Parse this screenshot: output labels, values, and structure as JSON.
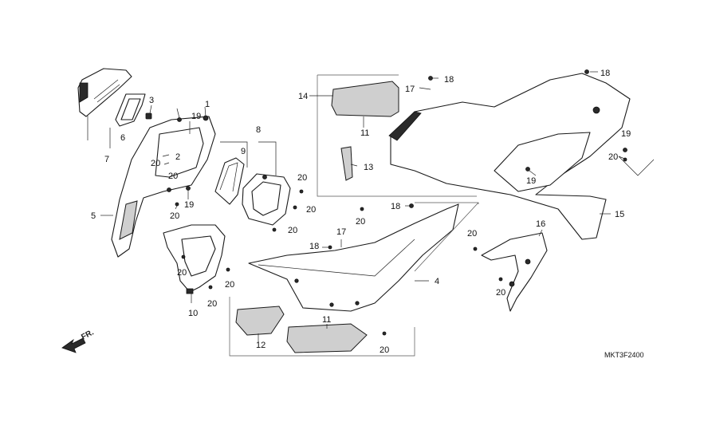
{
  "diagram": {
    "code": "MKT3F2400",
    "front_label": "FR.",
    "callouts": {
      "c1": "1",
      "c2": "2",
      "c3": "3",
      "c4": "4",
      "c5": "5",
      "c6": "6",
      "c7": "7",
      "c8": "8",
      "c9": "9",
      "c10": "10",
      "c11a": "11",
      "c11b": "11",
      "c12": "12",
      "c13": "13",
      "c14": "14",
      "c15": "15",
      "c16": "16",
      "c17a": "17",
      "c17b": "17",
      "c18a": "18",
      "c18b": "18",
      "c18c": "18",
      "c18d": "18",
      "c19a": "19",
      "c19b": "19",
      "c19c": "19",
      "c19d": "19",
      "c20a": "20",
      "c20b": "20",
      "c20c": "20",
      "c20d": "20",
      "c20e": "20",
      "c20f": "20",
      "c20g": "20",
      "c20h": "20",
      "c20i": "20",
      "c20j": "20",
      "c20k": "20",
      "c20l": "20",
      "c20m": "20",
      "c20n": "20",
      "c20o": "20"
    },
    "colors": {
      "line": "#1a1a1a",
      "shade": "#cfcfcf",
      "background": "#ffffff"
    }
  }
}
